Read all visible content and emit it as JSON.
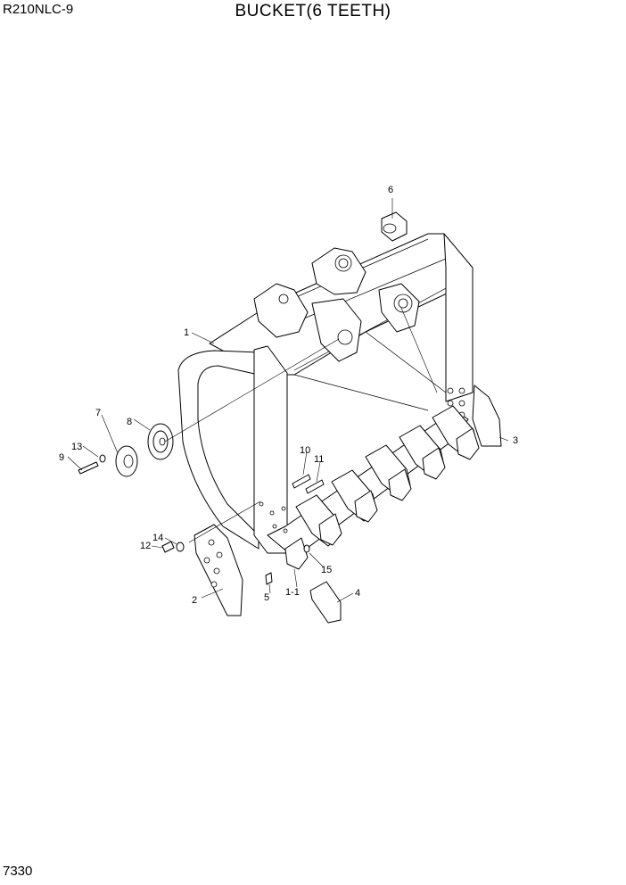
{
  "header": {
    "model_code": "R210NLC-9",
    "title": "BUCKET(6 TEETH)"
  },
  "footer": {
    "page_number": "7330"
  },
  "callouts": [
    {
      "key": "c1",
      "label": "1"
    },
    {
      "key": "c1_1",
      "label": "1-1"
    },
    {
      "key": "c2",
      "label": "2"
    },
    {
      "key": "c3",
      "label": "3"
    },
    {
      "key": "c4",
      "label": "4"
    },
    {
      "key": "c5",
      "label": "5"
    },
    {
      "key": "c6",
      "label": "6"
    },
    {
      "key": "c7",
      "label": "7"
    },
    {
      "key": "c8",
      "label": "8"
    },
    {
      "key": "c9",
      "label": "9"
    },
    {
      "key": "c10",
      "label": "10"
    },
    {
      "key": "c11",
      "label": "11"
    },
    {
      "key": "c12",
      "label": "12"
    },
    {
      "key": "c13",
      "label": "13"
    },
    {
      "key": "c14",
      "label": "14"
    },
    {
      "key": "c15",
      "label": "15"
    }
  ]
}
